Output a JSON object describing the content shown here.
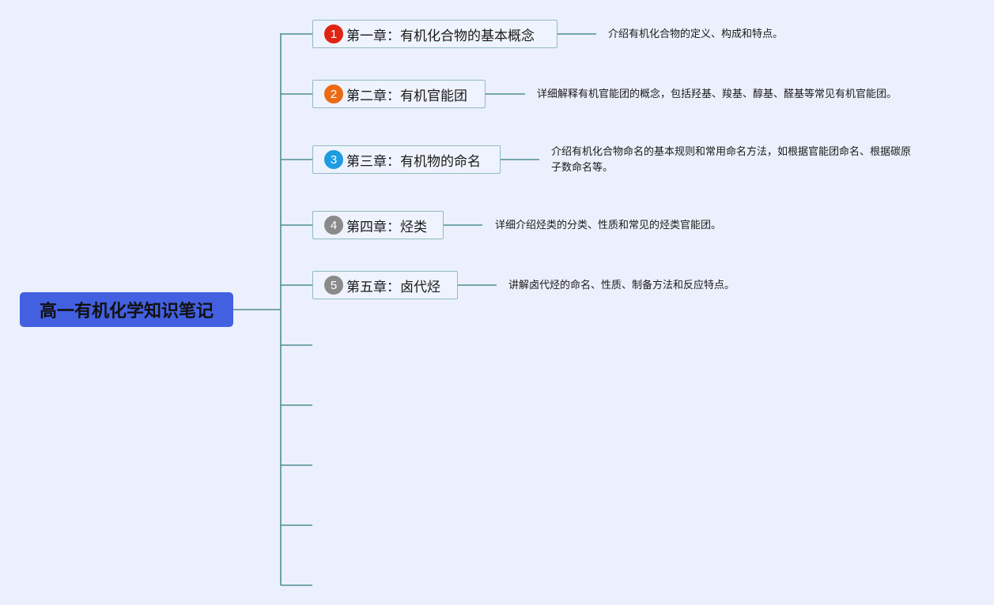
{
  "root": {
    "title": "高一有机化学知识笔记",
    "color": "#4360e0"
  },
  "line_color": "#4f8e92",
  "topics": [
    {
      "number": "1",
      "label": "第一章：有机化合物的基本概念",
      "badge_color": "#e02414",
      "note": "介绍有机化合物的定义、构成和特点。"
    },
    {
      "number": "2",
      "label": "第二章：有机官能团",
      "badge_color": "#ec6a14",
      "note": "详细解释有机官能团的概念，包括羟基、羧基、醇基、醛基等常见有机官能团。"
    },
    {
      "number": "3",
      "label": "第三章：有机物的命名",
      "badge_color": "#1f9be0",
      "note_lines": [
        "介绍有机化合物命名的基本规则和常用命名方法，如根据官能团命名、根据碳原",
        "子数命名等。"
      ]
    },
    {
      "number": "4",
      "label": "第四章：烃类",
      "badge_color": "#8a8a8a",
      "note": "详细介绍烃类的分类、性质和常见的烃类官能团。"
    },
    {
      "number": "5",
      "label": "第五章：卤代烃",
      "badge_color": "#8a8a8a",
      "note": "讲解卤代烃的命名、性质、制备方法和反应特点。"
    }
  ]
}
